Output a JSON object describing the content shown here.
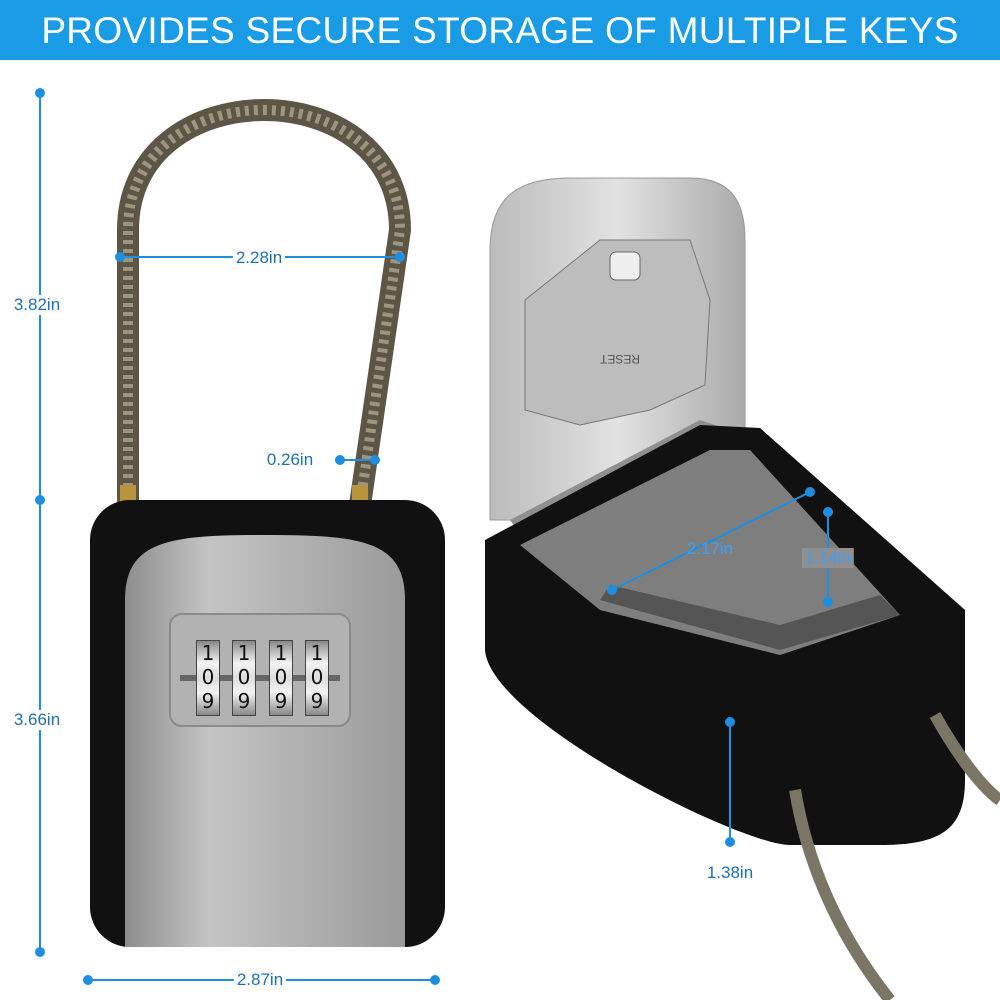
{
  "banner": {
    "title": "PROVIDES SECURE STORAGE OF MULTIPLE KEYS"
  },
  "colors": {
    "banner": "#1a9be6",
    "dimension_line": "#1e8fe0",
    "lock_body": "#111111",
    "lock_face": "#a9a9a9"
  },
  "dimensions": {
    "total_height": "3.82in",
    "body_height": "3.66in",
    "shackle_width": "2.28in",
    "cable_diameter": "0.26in",
    "body_width": "2.87in",
    "interior_width": "2.17in",
    "interior_depth": "1.14in",
    "body_depth": "1.38in"
  },
  "combination_dials": [
    {
      "top": "1",
      "middle": "0",
      "bottom": "9"
    },
    {
      "top": "1",
      "middle": "0",
      "bottom": "9"
    },
    {
      "top": "1",
      "middle": "0",
      "bottom": "9"
    },
    {
      "top": "1",
      "middle": "0",
      "bottom": "9"
    }
  ],
  "reset_label": "RESET"
}
